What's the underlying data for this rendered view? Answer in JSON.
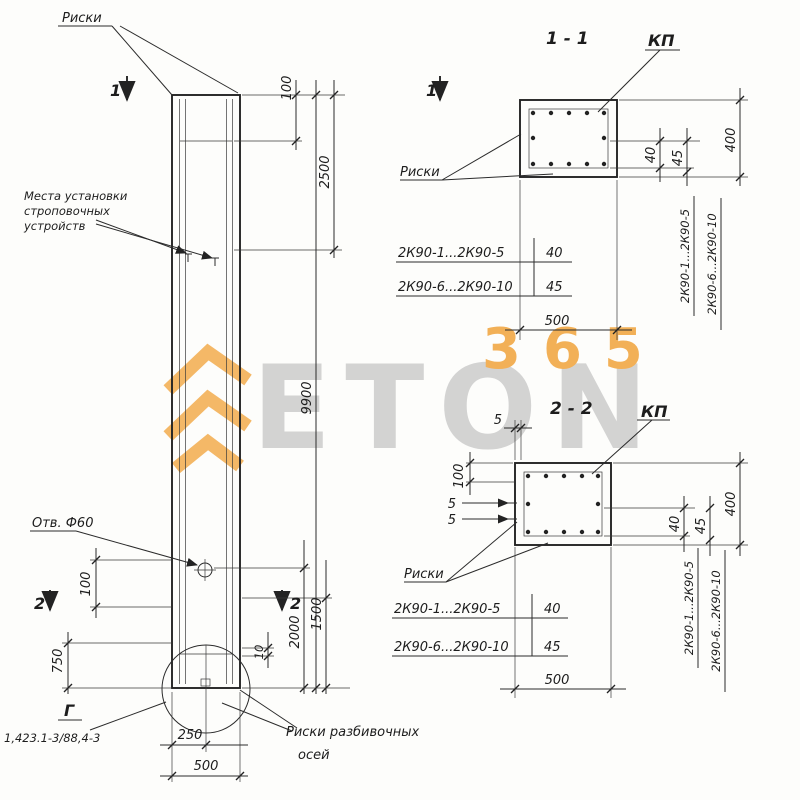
{
  "watermark": {
    "word": "ETON",
    "digits": "365"
  },
  "elev": {
    "riski": "Риски",
    "sec1": "1",
    "sec2": "2",
    "mesta1": "Места установки",
    "mesta2": "строповочных",
    "mesta3": "устройств",
    "otv": "Отв. Ф60",
    "g": "Г",
    "ref": "1,423.1-3/88,4-3",
    "axes1": "Риски разбивочных",
    "axes2": "осей",
    "dims": {
      "h100": "100",
      "h2500": "2500",
      "h9900": "9900",
      "h1500": "1500",
      "h2000": "2000",
      "h10": "10",
      "l100": "100",
      "l750": "750",
      "b250": "250",
      "b500": "500"
    }
  },
  "s11": {
    "title": "1 - 1",
    "kp": "КП",
    "riski": "Риски",
    "r1l": "2К90-1...2К90-5",
    "r1v": "40",
    "r2l": "2К90-6...2К90-10",
    "r2v": "45",
    "w500": "500",
    "c40": "40",
    "c45": "45",
    "h400": "400",
    "side1": "2К90-1...2К90-5",
    "side2": "2К90-6...2К90-10"
  },
  "s22": {
    "title": "2 - 2",
    "kp": "КП",
    "riski": "Риски",
    "t5": "5",
    "l100": "100",
    "f5a": "5",
    "f5b": "5",
    "r1l": "2К90-1...2К90-5",
    "r1v": "40",
    "r2l": "2К90-6...2К90-10",
    "r2v": "45",
    "w500": "500",
    "c40": "40",
    "c45": "45",
    "h400": "400",
    "side1": "2К90-1...2К90-5",
    "side2": "2К90-6...2К90-10"
  }
}
